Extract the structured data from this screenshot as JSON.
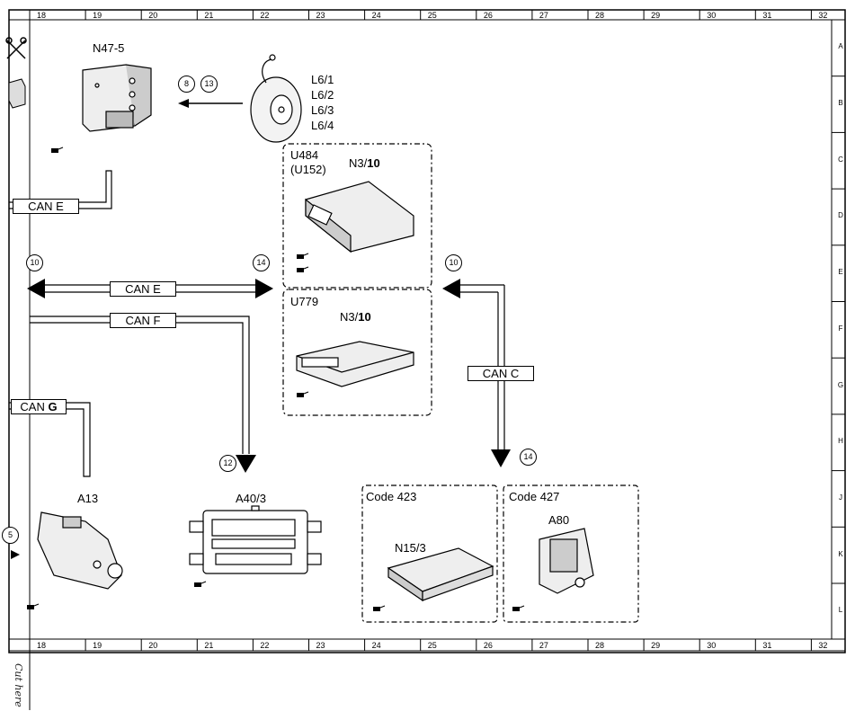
{
  "grid": {
    "columns": [
      "18",
      "19",
      "20",
      "21",
      "22",
      "23",
      "24",
      "25",
      "26",
      "27",
      "28",
      "29",
      "30",
      "31",
      "32"
    ],
    "rows": [
      "A",
      "B",
      "C",
      "D",
      "E",
      "F",
      "G",
      "H",
      "J",
      "K",
      "L"
    ]
  },
  "components": {
    "n47": "N47-5",
    "l6": [
      "L6/1",
      "L6/2",
      "L6/3",
      "L6/4"
    ],
    "u484": "U484",
    "u152": "(U152)",
    "n3_top_prefix": "N3/",
    "n3_top_suffix": "10",
    "u779": "U779",
    "n3_bot_prefix": "N3/",
    "n3_bot_suffix": "10",
    "a13": "A13",
    "a40": "A40/3",
    "code423": "Code 423",
    "code427": "Code 427",
    "n15": "N15/3",
    "a80": "A80"
  },
  "buses": {
    "can_e_top": "CAN E",
    "can_e": "CAN E",
    "can_f": "CAN F",
    "can_g_prefix": "CAN ",
    "can_g_suffix": "G",
    "can_c": "CAN C"
  },
  "refs": {
    "r8": "8",
    "r13": "13",
    "r10_left": "10",
    "r14_top": "14",
    "r10_right": "10",
    "r12": "12",
    "r14_bottom": "14",
    "r5": "5"
  },
  "footer": {
    "cut_here": "Cut here"
  }
}
